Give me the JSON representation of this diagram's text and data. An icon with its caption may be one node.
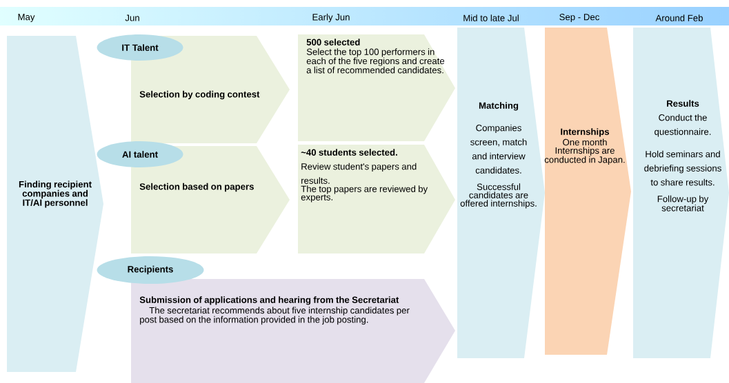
{
  "diagram": {
    "nodes": [
      {
        "text": [
          "Finding recipient companies and IT/AI personnel"
        ]
      },
      {
        "text": [
          "IT Talent"
        ]
      },
      {
        "text": [
          "Selection by coding contest"
        ]
      },
      {
        "text": [
          "500 selected",
          "Select the top 100 performers in each of the five regions and create a list of recommended candidates."
        ]
      },
      {
        "text": [
          "AI talent"
        ]
      },
      {
        "text": [
          "Selection based on papers"
        ]
      },
      {
        "text": [
          "~40 students selected.",
          "Review student's papers and results.",
          "The top papers are reviewed by experts."
        ]
      },
      {
        "text": [
          "Recipients"
        ]
      },
      {
        "text": [
          "Submission of applications and hearing from the Secretariat",
          "The secretariat recommends about five internship candidates per post based on the information provided in the job posting."
        ]
      },
      {
        "text": [
          "Matching",
          "Companies screen, match and interview candidates.",
          "Successful candidates are offered internships."
        ]
      },
      {
        "text": [
          "Internships",
          "One month Internships are conducted in Japan."
        ]
      },
      {
        "text": [
          "Results",
          "Conduct the questionnaire.",
          "Hold seminars and debriefing sessions to share results.",
          "Follow-up by secretariat"
        ]
      }
    ],
    "labels": [
      "May",
      "Jun",
      "Early Jun",
      "Mid to late Jul",
      "Sep - Dec",
      "Around Feb"
    ]
  }
}
